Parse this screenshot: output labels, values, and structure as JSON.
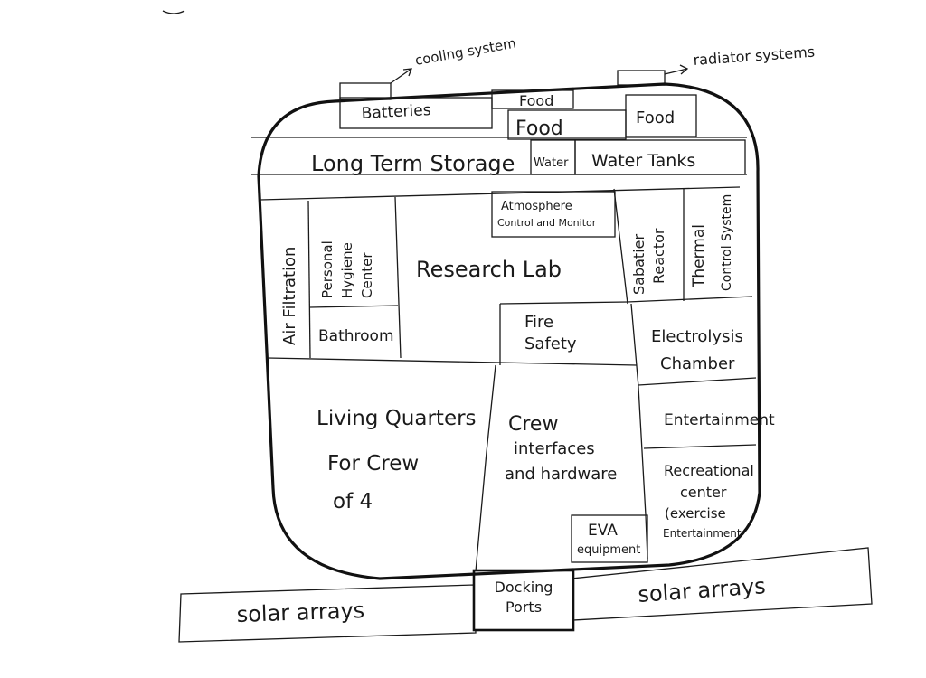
{
  "annotations": {
    "cooling_system": "cooling system",
    "radiator_systems": "radiator systems"
  },
  "rooms": {
    "batteries": "Batteries",
    "food_top": "Food",
    "food_middle": "Food",
    "food_right": "Food",
    "long_term_storage": "Long Term Storage",
    "water": "Water",
    "water_tanks": "Water Tanks",
    "atmosphere_line1": "Atmosphere",
    "atmosphere_line2": "Control and Monitor",
    "air_filtration": "Air Filtration",
    "hygiene_line1": "Personal",
    "hygiene_line2": "Hygiene",
    "hygiene_line3": "Center",
    "research_lab": "Research Lab",
    "sabatier_line1": "Sabatier",
    "sabatier_line2": "Reactor",
    "thermal_line1": "Thermal",
    "thermal_line2": "Control System",
    "bathroom": "Bathroom",
    "fire_line1": "Fire",
    "fire_line2": "Safety",
    "electrolysis_line1": "Electrolysis",
    "electrolysis_line2": "Chamber",
    "living_line1": "Living Quarters",
    "living_line2": "For Crew",
    "living_line3": "of   4",
    "crew_line1": "Crew",
    "crew_line2": "interfaces",
    "crew_line3": "and hardware",
    "entertainment": "Entertainment",
    "recreation_line1": "Recreational",
    "recreation_line2": "center",
    "recreation_line3": "(exercise",
    "recreation_line4": "Entertainment",
    "eva_line1": "EVA",
    "eva_line2": "equipment",
    "docking_line1": "Docking",
    "docking_line2": "Ports",
    "solar_left": "solar arrays",
    "solar_right": "solar arrays"
  }
}
